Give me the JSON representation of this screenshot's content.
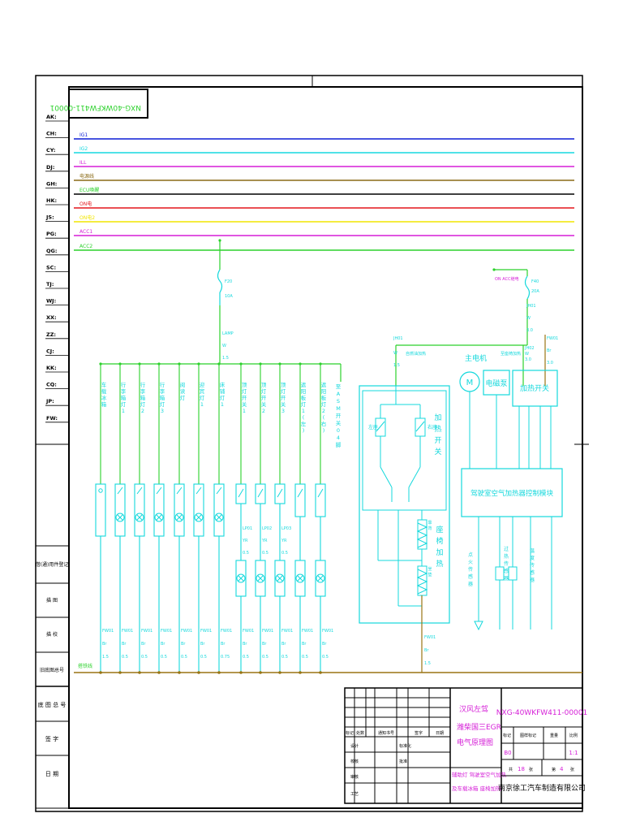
{
  "drawing": {
    "code_mirrored": "NXG-40WKFW411-00001",
    "code": "NXG-40WKFW411-00001",
    "title_line1": "汉风左驾",
    "title_line2": "潍柴国三EGR",
    "title_line3": "电气原理图",
    "subtitle_line1": "辅助灯 驾驶室空气加热",
    "subtitle_line2": "及车载冰箱 座椅加热",
    "company": "南京徐工汽车制造有限公司",
    "sheet_total": "18",
    "sheet_index": "4",
    "scale": "1:1",
    "stage": "B0"
  },
  "colors": {
    "ig1": "#0b1cd6",
    "ig2": "#16d8e0",
    "ill": "#d51ed7",
    "power": "#8a6a16",
    "ecu": "#000000",
    "ign": "#e4151b",
    "ignb": "#f2e600",
    "acc": "#d51ed7",
    "acc2": "#2bd12b",
    "cyan": "#14d8dc",
    "green": "#2bd12b",
    "brown": "#9a7413"
  },
  "left_codes": [
    "AK:",
    "CH:",
    "CY:",
    "DJ:",
    "GH:",
    "HK:",
    "JS:",
    "PG:",
    "QG:",
    "SC:",
    "TJ:",
    "WJ:",
    "XX:",
    "ZZ:",
    "CJ:",
    "KK:",
    "CQ:",
    "JP:",
    "FW:"
  ],
  "left_panel": [
    {
      "name": "left-panel-register",
      "text": "借(通)用件登记"
    },
    {
      "name": "left-panel-trace",
      "text": "描  图"
    },
    {
      "name": "left-panel-check-desc",
      "text": "描  校"
    },
    {
      "name": "left-panel-old-base",
      "text": "旧底图总号"
    },
    {
      "name": "left-panel-base-no",
      "text": "底 图 总 号"
    },
    {
      "name": "left-panel-sign",
      "text": "签  字"
    },
    {
      "name": "left-panel-date",
      "text": "日  期"
    }
  ],
  "bus_lines": [
    {
      "key": "ig1",
      "label": "IG1"
    },
    {
      "key": "ig2",
      "label": "IG2"
    },
    {
      "key": "ill",
      "label": "ILL"
    },
    {
      "key": "power",
      "label": "电源线"
    },
    {
      "key": "ecu",
      "label": "ECU唤醒"
    },
    {
      "key": "ign",
      "label": "ON电"
    },
    {
      "key": "ignb",
      "label": "ON电2"
    },
    {
      "key": "acc",
      "label": "ACC1"
    },
    {
      "key": "acc2",
      "label": "ACC2"
    }
  ],
  "lamp_fuse": {
    "label1": "F20",
    "label2": "10A",
    "wire_code": "LAMP",
    "wire_color": "W",
    "wire_size": "1.5"
  },
  "heater_fuse": {
    "label1": "F40",
    "label2": "20A",
    "source": "ON ACC继电",
    "wire_code": "JH01",
    "wire_color": "W",
    "wire_size": "3.0"
  },
  "heater_feeds": {
    "auto_heat": "自燃油加热",
    "to_seat": "至座椅加热",
    "jh01_code": "JH01",
    "jh01_color": "W",
    "jh01_size": "1.5",
    "jh02_code": "JH02",
    "jh02_color": "W",
    "jh02_size": "3.0",
    "fw_code": "FW01",
    "fw_color": "Br",
    "fw_size": "3.0"
  },
  "loads": [
    {
      "name": "车载冰箱",
      "ground": [
        "FW01",
        "Br",
        "1.5"
      ]
    },
    {
      "name": "行李箱灯1",
      "ground": [
        "FW01",
        "Br",
        "0.5"
      ]
    },
    {
      "name": "行李箱灯2",
      "ground": [
        "FW01",
        "Br",
        "0.5"
      ]
    },
    {
      "name": "行李箱灯3",
      "ground": [
        "FW01",
        "Br",
        "0.5"
      ]
    },
    {
      "name": "阅读灯",
      "ground": [
        "FW01",
        "Br",
        "0.5"
      ]
    },
    {
      "name": "迎宾灯1",
      "ground": [
        "FW01",
        "Br",
        "0.5"
      ]
    },
    {
      "name": "床铺灯1",
      "ground": [
        "FW01",
        "Br",
        "0.75"
      ]
    },
    {
      "name": "顶灯开关1",
      "wire": [
        "LP01",
        "YR",
        "0.5"
      ],
      "ground": [
        "FW01",
        "Br",
        "0.5"
      ]
    },
    {
      "name": "顶灯开关2",
      "wire": [
        "LP02",
        "YR",
        "0.5"
      ],
      "ground": [
        "FW01",
        "Br",
        "0.5"
      ]
    },
    {
      "name": "顶灯开关3",
      "wire": [
        "LP03",
        "YR",
        "0.5"
      ],
      "ground": [
        "FW01",
        "Br",
        "0.5"
      ]
    },
    {
      "name": "遮阳板灯1(左)",
      "ground": [
        "FW01",
        "Br",
        "0.5"
      ]
    },
    {
      "name": "遮阳板灯2(右)",
      "ground": [
        "FW01",
        "Br",
        "0.5"
      ]
    }
  ],
  "asm_note": "至ASM开关04脚",
  "ground_label": "搭铁线",
  "seat_heater": {
    "switch_label": "加热开关",
    "left_label": "左座",
    "right_label": "右座",
    "element_label": "座椅加热",
    "back_label": "靠背",
    "cushion_label": "坐垫",
    "ground_code": "FW01",
    "ground_color": "Br",
    "ground_size": "1.5"
  },
  "air_heater": {
    "motor_label": "主电机",
    "valve_label": "电磁泵",
    "switch_label": "加热开关",
    "module_label": "驾驶室空气加热器控制模块",
    "sensor1": "点火传感器",
    "sensor2": "过热传感器",
    "sensor3": "温度传感器"
  },
  "title_block": {
    "header_mark": "标记",
    "header_qty": "处数",
    "header_change": "通知书号",
    "header_sign": "签字",
    "header_date": "日期",
    "design": "设计",
    "check": "校核",
    "review": "审核",
    "process": "工艺",
    "standard": "标准化",
    "approve": "批准",
    "stage_label": "标记",
    "weight_label": "重量",
    "scale_label": "比例",
    "material_label": "图样标记",
    "total_label": "共",
    "page_label": "张",
    "index_label": "第"
  }
}
